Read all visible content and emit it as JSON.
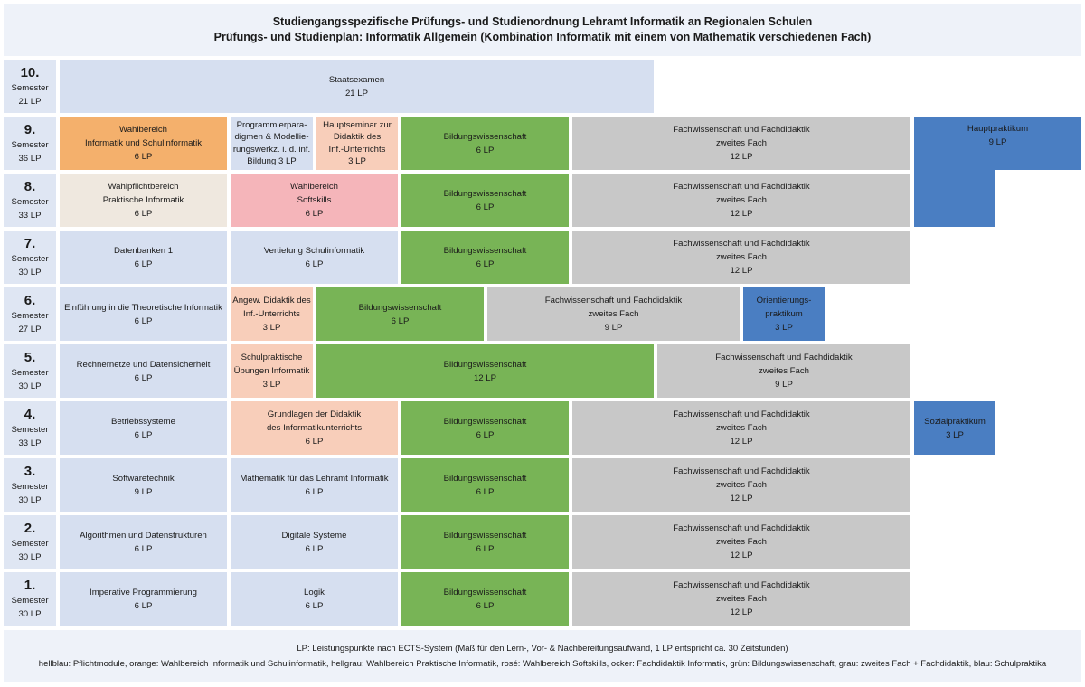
{
  "title": {
    "line1": "Studiengangsspezifische Prüfungs- und Studienordnung Lehramt Informatik an Regionalen Schulen",
    "line2": "Prüfungs- und Studienplan: Informatik Allgemein (Kombination Informatik mit einem von Mathematik verschiedenen Fach)"
  },
  "colors": {
    "pflicht": "#d6dff0",
    "wahl_informatik": "#f4b06c",
    "wahl_praktisch": "#efe8df",
    "softskills": "#f5b5ba",
    "didaktik": "#f8ceba",
    "bildung": "#78b456",
    "zweitfach": "#c8c8c8",
    "praktika": "#4a7ec2"
  },
  "semesters": [
    {
      "num": "10.",
      "label": "Semester",
      "lp": "21 LP"
    },
    {
      "num": "9.",
      "label": "Semester",
      "lp": "36 LP"
    },
    {
      "num": "8.",
      "label": "Semester",
      "lp": "33 LP"
    },
    {
      "num": "7.",
      "label": "Semester",
      "lp": "30 LP"
    },
    {
      "num": "6.",
      "label": "Semester",
      "lp": "27 LP"
    },
    {
      "num": "5.",
      "label": "Semester",
      "lp": "30 LP"
    },
    {
      "num": "4.",
      "label": "Semester",
      "lp": "33 LP"
    },
    {
      "num": "3.",
      "label": "Semester",
      "lp": "30 LP"
    },
    {
      "num": "2.",
      "label": "Semester",
      "lp": "30 LP"
    },
    {
      "num": "1.",
      "label": "Semester",
      "lp": "30 LP"
    }
  ],
  "modules": {
    "s10_staatsexamen": [
      "Staatsexamen",
      "21 LP"
    ],
    "s9_wahlbereich": [
      "Wahlbereich",
      "Informatik und Schulinformatik",
      "6 LP"
    ],
    "s9_programmier": [
      "Programmierpara-",
      "digmen & Modellie-",
      "rungswerkz. i. d. inf.",
      "Bildung   3 LP"
    ],
    "s9_hauptseminar": [
      "Hauptseminar zur",
      "Didaktik des",
      "Inf.-Unterrichts",
      "3 LP"
    ],
    "s9_bildung": [
      "Bildungswissenschaft",
      "6 LP"
    ],
    "s9_fach": [
      "Fachwissenschaft und Fachdidaktik",
      "zweites Fach",
      "12 LP"
    ],
    "s9_hauptpraktikum": [
      "Hauptpraktikum",
      "9 LP"
    ],
    "s8_wahlpflicht": [
      "Wahlpflichtbereich",
      "Praktische Informatik",
      "6 LP"
    ],
    "s8_softskills": [
      "Wahlbereich",
      "Softskills",
      "6 LP"
    ],
    "s8_bildung": [
      "Bildungswissenschaft",
      "6 LP"
    ],
    "s8_fach": [
      "Fachwissenschaft und Fachdidaktik",
      "zweites Fach",
      "12 LP"
    ],
    "s7_datenbanken": [
      "Datenbanken 1",
      "6 LP"
    ],
    "s7_vertiefung": [
      "Vertiefung Schulinformatik",
      "6 LP"
    ],
    "s7_bildung": [
      "Bildungswissenschaft",
      "6 LP"
    ],
    "s7_fach": [
      "Fachwissenschaft und Fachdidaktik",
      "zweites Fach",
      "12 LP"
    ],
    "s6_theoretisch": [
      "Einführung in die Theoretische Informatik",
      "6 LP"
    ],
    "s6_angew": [
      "Angew. Didaktik des",
      "Inf.-Unterrichts",
      "3 LP"
    ],
    "s6_bildung": [
      "Bildungswissenschaft",
      "6 LP"
    ],
    "s6_fach": [
      "Fachwissenschaft und Fachdidaktik",
      "zweites Fach",
      "9 LP"
    ],
    "s6_orientierung": [
      "Orientierungs-",
      "praktikum",
      "3 LP"
    ],
    "s5_rechnernetze": [
      "Rechnernetze und Datensicherheit",
      "6 LP"
    ],
    "s5_schulpraktisch": [
      "Schulpraktische",
      "Übungen Informatik",
      "3 LP"
    ],
    "s5_bildung": [
      "Bildungswissenschaft",
      "12 LP"
    ],
    "s5_fach": [
      "Fachwissenschaft und Fachdidaktik",
      "zweites Fach",
      "9 LP"
    ],
    "s4_betriebssysteme": [
      "Betriebssysteme",
      "6 LP"
    ],
    "s4_grundlagen": [
      "Grundlagen der Didaktik",
      "des Informatikunterrichts",
      "6 LP"
    ],
    "s4_bildung": [
      "Bildungswissenschaft",
      "6 LP"
    ],
    "s4_fach": [
      "Fachwissenschaft und Fachdidaktik",
      "zweites Fach",
      "12 LP"
    ],
    "s4_sozial": [
      "Sozialpraktikum",
      "3 LP"
    ],
    "s3_software": [
      "Softwaretechnik",
      "9 LP"
    ],
    "s3_mathe": [
      "Mathematik für das Lehramt Informatik",
      "6 LP"
    ],
    "s3_bildung": [
      "Bildungswissenschaft",
      "6 LP"
    ],
    "s3_fach": [
      "Fachwissenschaft und Fachdidaktik",
      "zweites Fach",
      "12 LP"
    ],
    "s2_algorithmen": [
      "Algorithmen und Datenstrukturen",
      "6 LP"
    ],
    "s2_digital": [
      "Digitale Systeme",
      "6 LP"
    ],
    "s2_bildung": [
      "Bildungswissenschaft",
      "6 LP"
    ],
    "s2_fach": [
      "Fachwissenschaft und Fachdidaktik",
      "zweites Fach",
      "12 LP"
    ],
    "s1_imperativ": [
      "Imperative Programmierung",
      "6 LP"
    ],
    "s1_logik": [
      "Logik",
      "6 LP"
    ],
    "s1_bildung": [
      "Bildungswissenschaft",
      "6 LP"
    ],
    "s1_fach": [
      "Fachwissenschaft und Fachdidaktik",
      "zweites Fach",
      "12 LP"
    ]
  },
  "footer": {
    "line1": "LP: Leistungspunkte nach ECTS-System (Maß für den Lern-, Vor- & Nachbereitungsaufwand, 1 LP entspricht ca. 30 Zeitstunden)",
    "line2": "hellblau: Pflichtmodule, orange: Wahlbereich Informatik und Schulinformatik, hellgrau: Wahlbereich Praktische Informatik, rosé: Wahlbereich Softskills, ocker: Fachdidaktik Informatik, grün: Bildungswissenschaft, grau: zweites Fach + Fachdidaktik, blau: Schulpraktika"
  }
}
